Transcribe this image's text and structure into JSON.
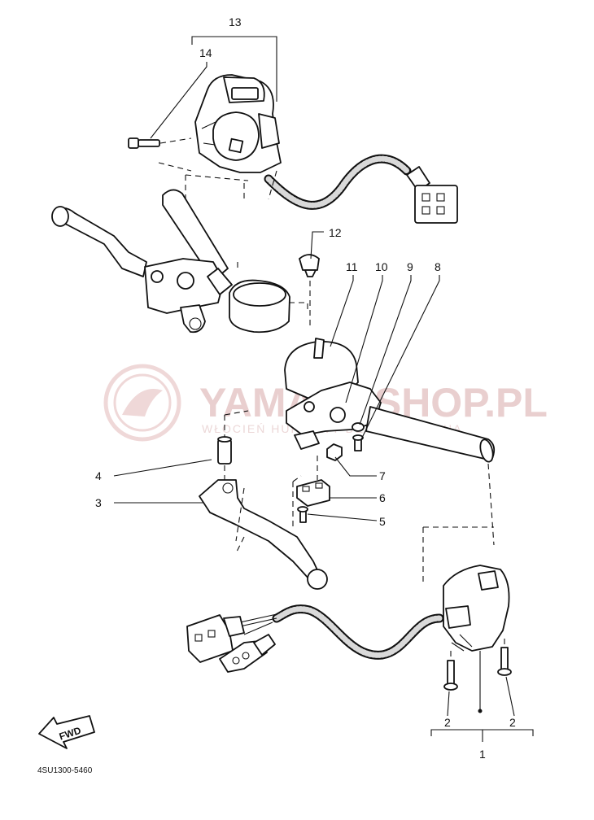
{
  "watermark": {
    "brand": "YAMAHASHOP.PL",
    "tagline": "WŁOCIEŃ HURTOWY DEALER YAMAHA",
    "color": "#e3b9b9"
  },
  "callouts": {
    "p1": "1",
    "p2a": "2",
    "p2b": "2",
    "p3": "3",
    "p4": "4",
    "p5": "5",
    "p6": "6",
    "p7": "7",
    "p8": "8",
    "p9": "9",
    "p10": "10",
    "p11": "11",
    "p12": "12",
    "p13": "13",
    "p14": "14"
  },
  "fwd_label": "FWD",
  "drawing_code": "4SU1300-5460"
}
